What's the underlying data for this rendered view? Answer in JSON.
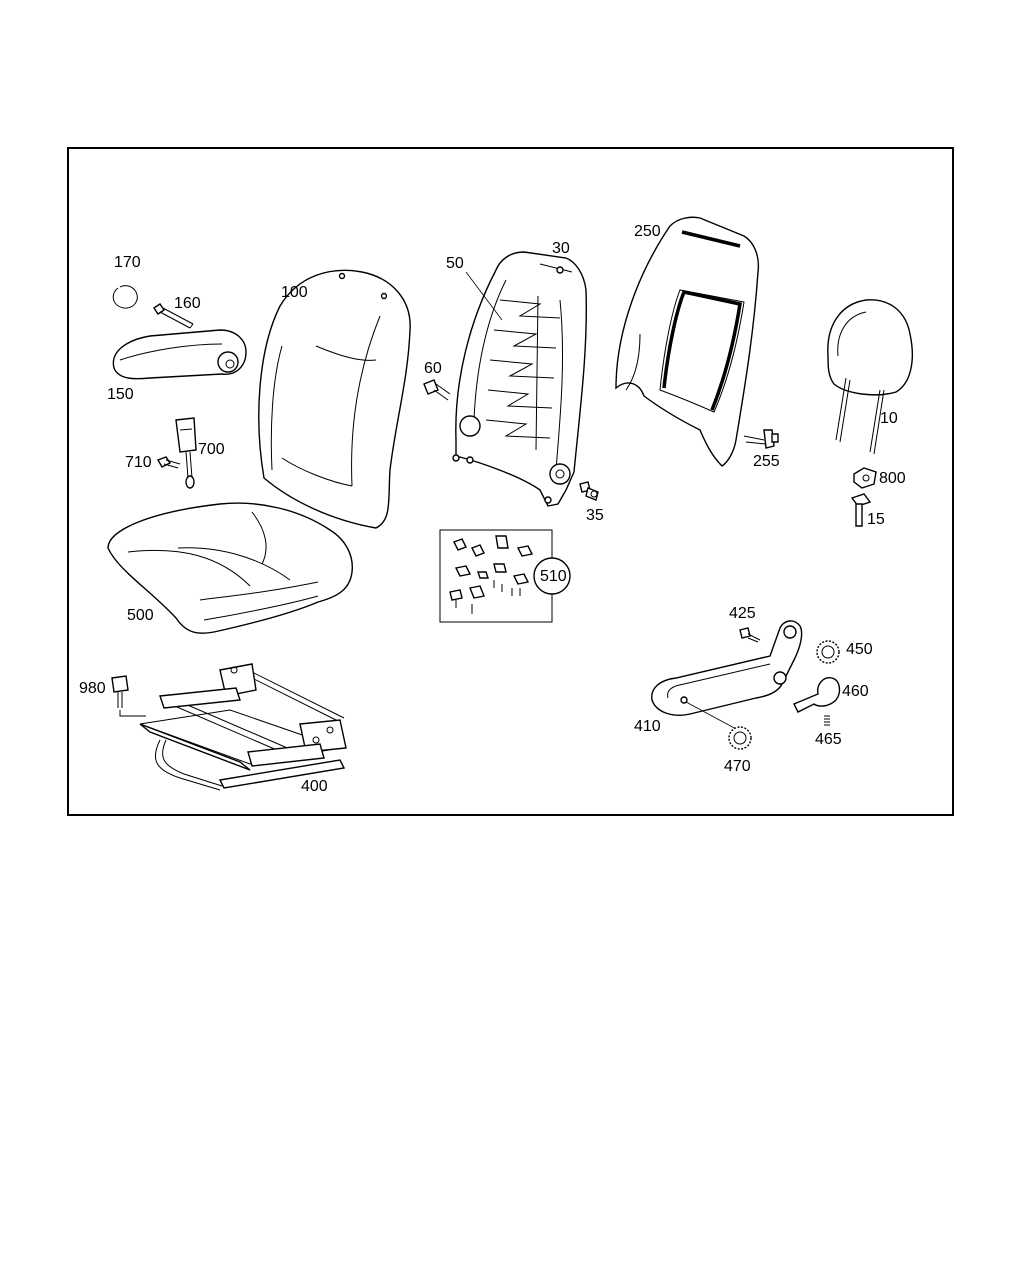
{
  "labels": {
    "p10": "10",
    "p15": "15",
    "p30": "30",
    "p35": "35",
    "p50": "50",
    "p60": "60",
    "p100": "100",
    "p150": "150",
    "p160": "160",
    "p170": "170",
    "p250": "250",
    "p255": "255",
    "p400": "400",
    "p410": "410",
    "p425": "425",
    "p450": "450",
    "p460": "460",
    "p465": "465",
    "p470": "470",
    "p500": "500",
    "p510": "510",
    "p700": "700",
    "p710": "710",
    "p800": "800",
    "p980": "980"
  }
}
